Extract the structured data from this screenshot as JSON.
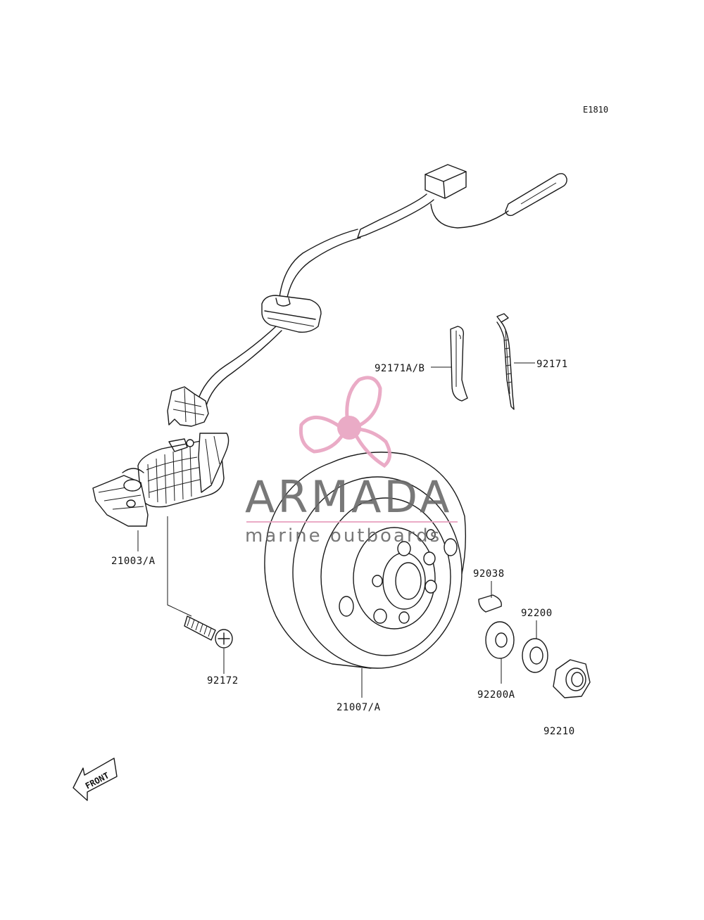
{
  "diagram": {
    "code": "E1810",
    "labels": {
      "p92171ab": "92171A/B",
      "p92171": "92171",
      "p21003a": "21003/A",
      "p92172": "92172",
      "p21007a": "21007/A",
      "p92038": "92038",
      "p92200": "92200",
      "p92200a": "92200A",
      "p92210": "92210"
    },
    "front_marker": "FRONT"
  },
  "watermark": {
    "brand": "ARMADA",
    "tagline": "marine outboards",
    "colors": {
      "propeller": "#e8a3c0",
      "text": "#6a6a6a",
      "rule": "#e8a3c0"
    }
  }
}
